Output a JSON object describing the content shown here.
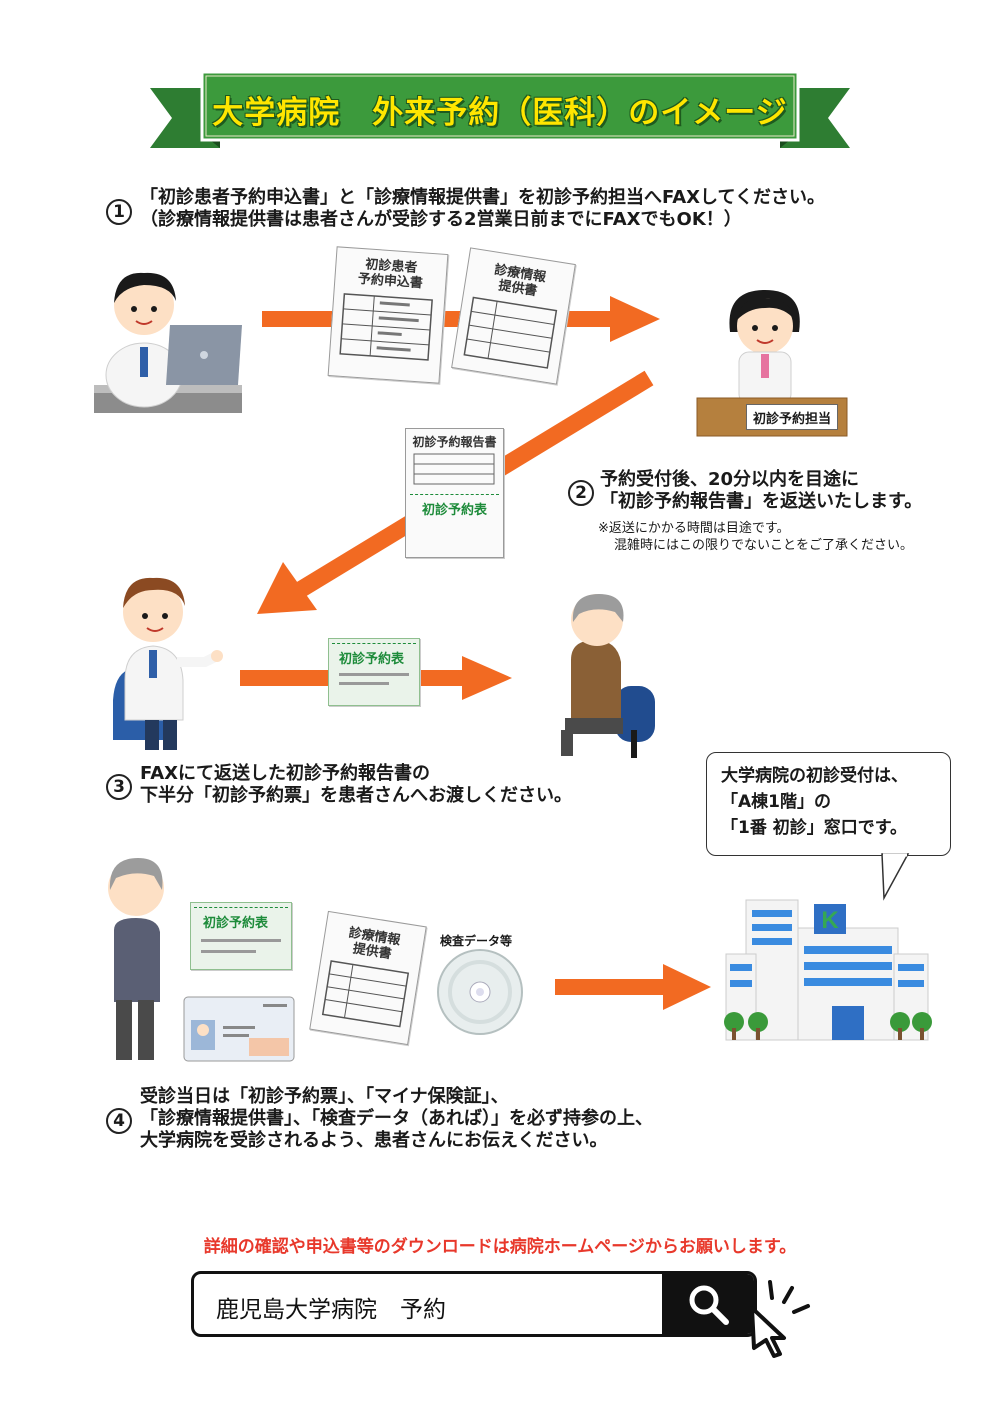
{
  "title": "大学病院　外来予約（医科）のイメージ",
  "steps": [
    {
      "num": "1",
      "line1": "「初診患者予約申込書」と「診療情報提供書」を初診予約担当へFAXしてください。",
      "line2": "（診療情報提供書は患者さんが受診する2営業日前までにFAXでもOK！）"
    },
    {
      "num": "2",
      "line1": "予約受付後、20分以内を目途に",
      "line2": "「初診予約報告書」を返送いたします。",
      "note1": "※返送にかかる時間は目途です。",
      "note2": "混雑時にはこの限りでないことをご了承ください。"
    },
    {
      "num": "3",
      "line1": "FAXにて返送した初診予約報告書の",
      "line2": "下半分「初診予約票」を患者さんへお渡しください。"
    },
    {
      "num": "4",
      "line1": "受診当日は「初診予約票」、「マイナ保険証」、",
      "line2": "「診療情報提供書」、「検査データ（あれば）」を必ず持参の上、",
      "line3": "大学病院を受診されるよう、患者さんにお伝えください。"
    }
  ],
  "docs": {
    "application_line1": "初診患者",
    "application_line2": "予約申込書",
    "referral_line1": "診療情報",
    "referral_line2": "提供書",
    "report_title": "初診予約報告書",
    "slip_label": "初診予約表",
    "desk_sign": "初診予約担当",
    "cd_label": "検査データ等"
  },
  "bubble": {
    "line1": "大学病院の初診受付は、",
    "line2": "「A棟1階」の",
    "line3": "「1番 初診」窓口です。"
  },
  "footer": {
    "note": "詳細の確認や申込書等のダウンロードは病院ホームページからお願いします。",
    "search_text": "鹿児島大学病院　予約"
  },
  "colors": {
    "banner_green": "#3c9a3c",
    "banner_text": "#ffe600",
    "arrow_orange": "#f26a22",
    "slip_green": "#1d8b3a",
    "footer_red": "#e8382b"
  }
}
